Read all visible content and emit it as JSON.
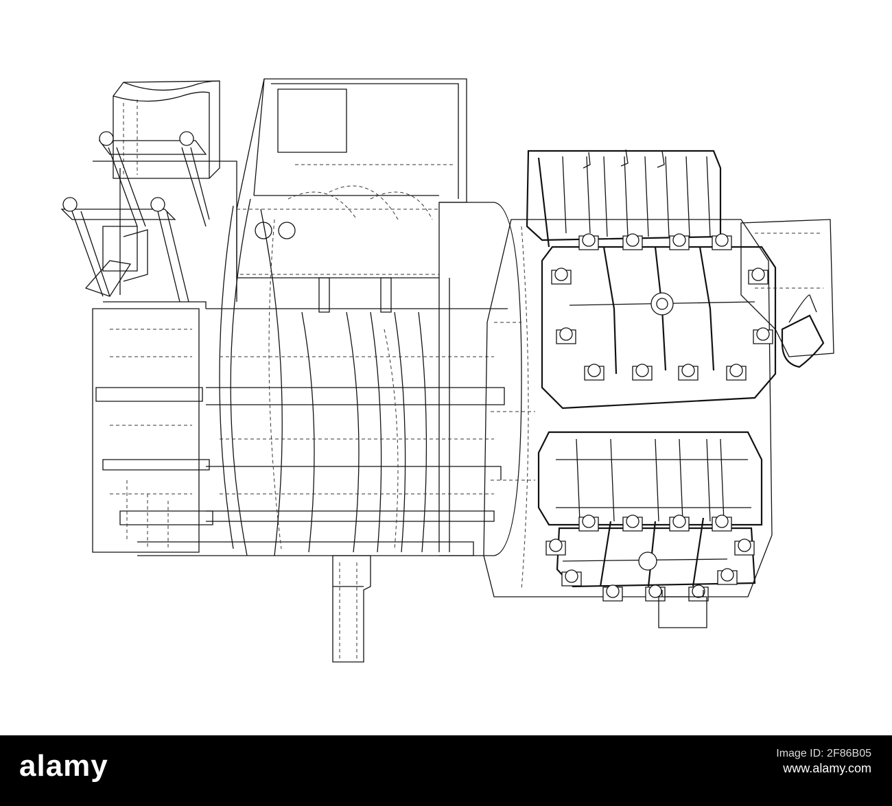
{
  "footer": {
    "brand": "alamy",
    "image_id_caption": "Image ID: 2F86B05",
    "image_id": "",
    "url": "www.alamy.com"
  },
  "drawing": {
    "subject": "compressor-wireframe",
    "line_color": "#111111",
    "background": "#ffffff"
  },
  "colors": {
    "footer_bg": "#000000",
    "footer_text": "#ffffff"
  }
}
